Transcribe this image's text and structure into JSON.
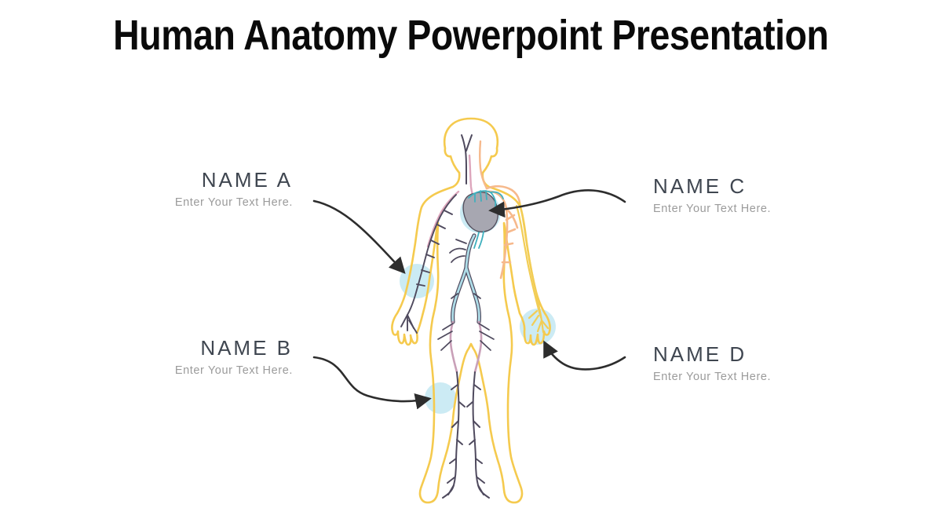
{
  "slide": {
    "title": "Human Anatomy Powerpoint Presentation"
  },
  "callouts": [
    {
      "name": "NAME A",
      "placeholder": "Enter Your Text Here.",
      "side": "left",
      "target": "left-forearm"
    },
    {
      "name": "NAME B",
      "placeholder": "Enter Your Text Here.",
      "side": "left",
      "target": "left-thigh"
    },
    {
      "name": "NAME C",
      "placeholder": "Enter Your Text Here.",
      "side": "right",
      "target": "heart"
    },
    {
      "name": "NAME D",
      "placeholder": "Enter Your Text Here.",
      "side": "right",
      "target": "right-hand"
    }
  ],
  "illustration": {
    "name": "human-body-circulatory-system",
    "highlights": [
      "heart",
      "left-forearm",
      "right-hand",
      "left-thigh"
    ]
  },
  "colors": {
    "title_text": "#0a0a0a",
    "label_text": "#3f4650",
    "placeholder_text": "#9b9b9b",
    "body_outline": "#f5ca4e",
    "artery_peach": "#f6b98c",
    "artery_pink": "#dda6bc",
    "vein_slate": "#4f4a5e",
    "vein_blue": "#aedde8",
    "heart_teal": "#3fb0be",
    "heart_gray": "#a7a7b1",
    "highlight_blue": "#c6e9f3",
    "connector": "#2d2d2d"
  }
}
